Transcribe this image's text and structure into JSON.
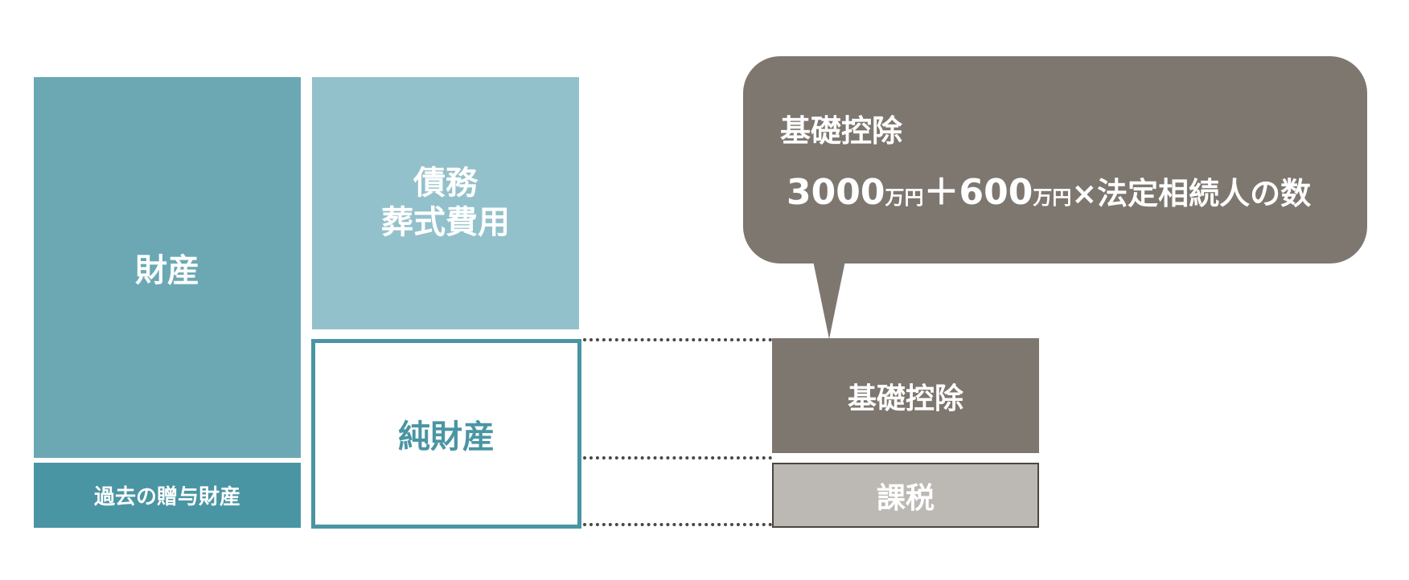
{
  "blocks": {
    "assets": "財産",
    "past_gift_assets": "過去の贈与財産",
    "debt_line1": "債務",
    "debt_line2": "葬式費用",
    "net_assets": "純財産",
    "basic_deduction": "基礎控除",
    "taxable": "課税"
  },
  "callout": {
    "title": "基礎控除",
    "formula": {
      "base_amount": "3000",
      "base_unit": "万円",
      "operator_plus": "＋",
      "per_heir_amount": "600",
      "per_heir_unit": "万円",
      "operator_times": "×",
      "multiplier_text": "法定相続人の数"
    }
  },
  "colors": {
    "assets": "#6ba8b4",
    "past_gift_assets": "#4a95a3",
    "debt": "#93c1cb",
    "net_assets_border": "#4a95a3",
    "basic_deduction": "#7e7770",
    "taxable": "#bcb9b4",
    "callout": "#7e7770"
  }
}
